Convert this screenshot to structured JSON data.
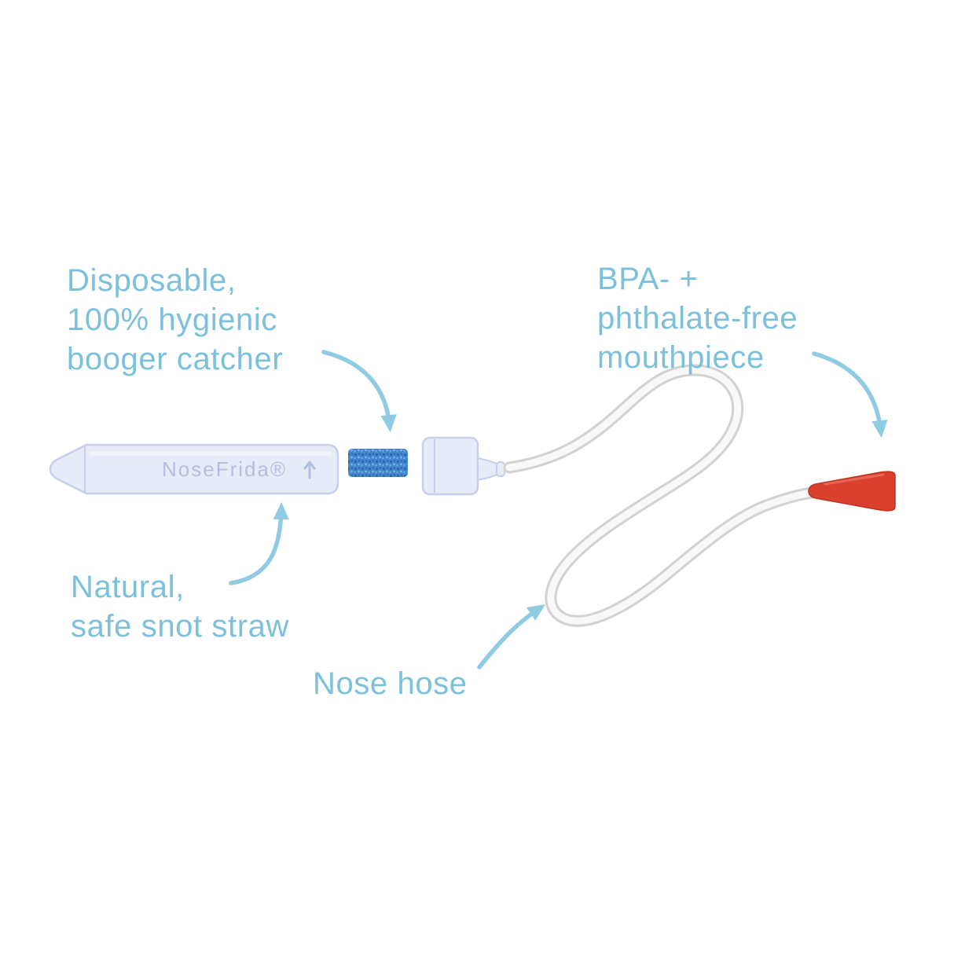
{
  "colors": {
    "label_text": "#7cc1dc",
    "arrow": "#8fcbe3",
    "tube_fill": "#e7ebf8",
    "tube_stroke": "#c6cfec",
    "tube_highlight": "#f4f6fd",
    "tube_text": "#b3bfe2",
    "foam_fill": "#4286cf",
    "foam_dot_dark": "#2b62ab",
    "foam_dot_light": "#7db4e8",
    "hose_outline": "#d2d2d2",
    "hose_fill": "#f8f8f8",
    "mouthpiece_fill": "#d9402e",
    "mouthpiece_stroke": "#c0331f"
  },
  "annotations": {
    "booger_catcher": {
      "lines": [
        "Disposable,",
        "100% hygienic",
        "booger catcher"
      ]
    },
    "mouthpiece": {
      "lines": [
        "BPA- +",
        "phthalate-free",
        "mouthpiece"
      ]
    },
    "snot_straw": {
      "lines": [
        "Natural,",
        "safe snot straw"
      ]
    },
    "nose_hose": {
      "lines": [
        "Nose hose"
      ]
    }
  },
  "product": {
    "brand_text": "NoseFrida®"
  }
}
